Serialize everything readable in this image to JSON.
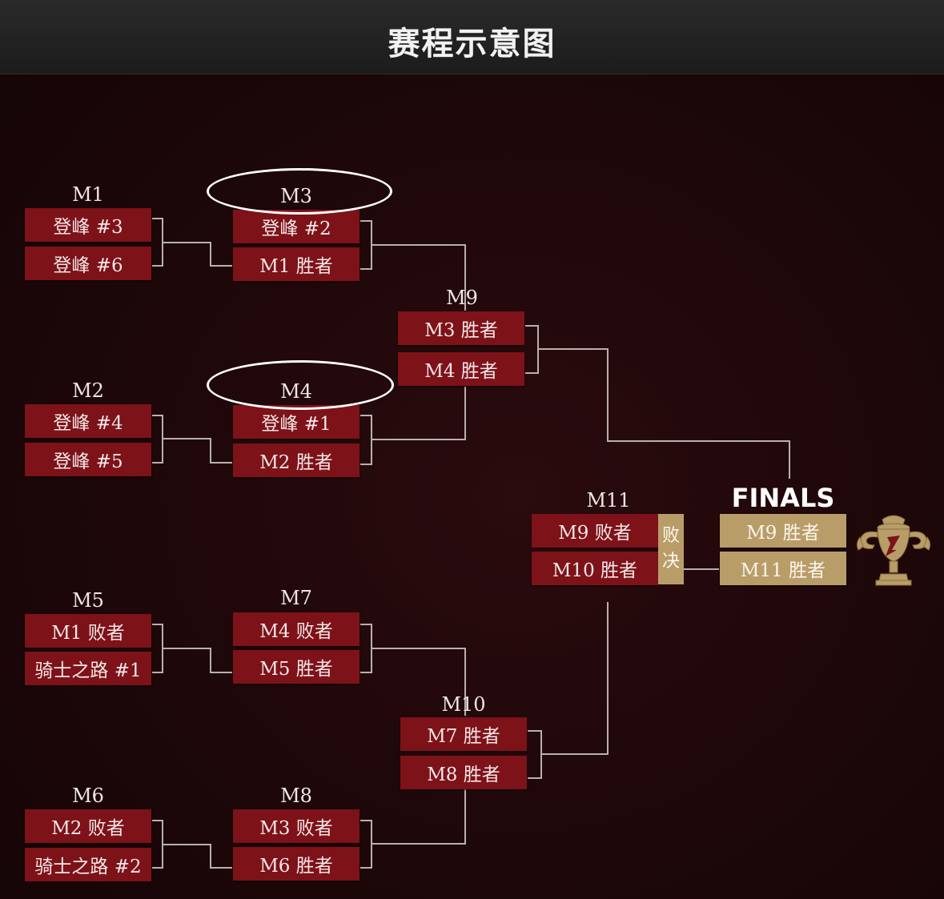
{
  "title": "赛程示意图",
  "finals_label": "FINALS",
  "decider_tag": [
    "败",
    "决"
  ],
  "matches": {
    "M1": {
      "label": "M1",
      "slots": [
        "登峰 #3",
        "登峰 #6"
      ]
    },
    "M2": {
      "label": "M2",
      "slots": [
        "登峰 #4",
        "登峰 #5"
      ]
    },
    "M3": {
      "label": "M3",
      "slots": [
        "登峰 #2",
        "M1 胜者"
      ]
    },
    "M4": {
      "label": "M4",
      "slots": [
        "登峰 #1",
        "M2 胜者"
      ]
    },
    "M5": {
      "label": "M5",
      "slots": [
        "M1 败者",
        "骑士之路 #1"
      ]
    },
    "M6": {
      "label": "M6",
      "slots": [
        "M2 败者",
        "骑士之路 #2"
      ]
    },
    "M7": {
      "label": "M7",
      "slots": [
        "M4 败者",
        "M5 胜者"
      ]
    },
    "M8": {
      "label": "M8",
      "slots": [
        "M3 败者",
        "M6 胜者"
      ]
    },
    "M9": {
      "label": "M9",
      "slots": [
        "M3 胜者",
        "M4 胜者"
      ]
    },
    "M10": {
      "label": "M10",
      "slots": [
        "M7 胜者",
        "M8 胜者"
      ]
    },
    "M11": {
      "label": "M11",
      "slots": [
        "M9 败者",
        "M10 胜者"
      ]
    },
    "FINALS": {
      "slots": [
        "M9 胜者",
        "M11 胜者"
      ]
    }
  },
  "highlighted_matches": [
    "M3",
    "M4"
  ],
  "colors": {
    "slot": "#7d1219",
    "gold": "#b99d69",
    "line": "#b8b0b0",
    "background": "#1d0709"
  },
  "icons": {
    "trophy": "trophy-icon"
  }
}
